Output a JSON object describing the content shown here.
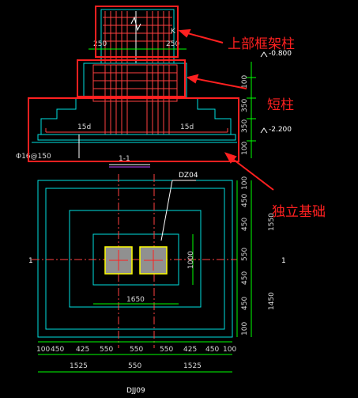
{
  "callouts": {
    "upper_column": "上部框架柱",
    "short_column": "短柱",
    "footing": "独立基础"
  },
  "section": {
    "title": "1-1",
    "elev_top": "-0.800",
    "elev_bottom": "-2.200",
    "rebar_note": "Φ16@150",
    "dim_left": "250",
    "dim_right": "250",
    "dim_15d_left": "15d",
    "dim_15d_right": "15d",
    "k_mark": "K",
    "right_dims": [
      "100",
      "350",
      "350",
      "100"
    ]
  },
  "plan": {
    "mark": "DZ04",
    "section_mark_left": "1",
    "section_mark_right": "1",
    "dim_1000": "1000",
    "dim_1650": "1650",
    "right_dims": [
      "100",
      "450",
      "450",
      "550",
      "450",
      "450",
      "100"
    ],
    "right_totals": [
      "1550",
      "1450"
    ],
    "bottom_dims": [
      "100",
      "450",
      "425",
      "550",
      "550",
      "550",
      "425",
      "450",
      "100"
    ],
    "bottom_totals": [
      "1525",
      "550",
      "1525"
    ],
    "footer": "DJJ09"
  },
  "colors": {
    "callout": "#ff2020",
    "concrete": "#00e0e0",
    "dimension": "#00ff00",
    "rebar": "#ff4040",
    "text": "#ffffff"
  }
}
